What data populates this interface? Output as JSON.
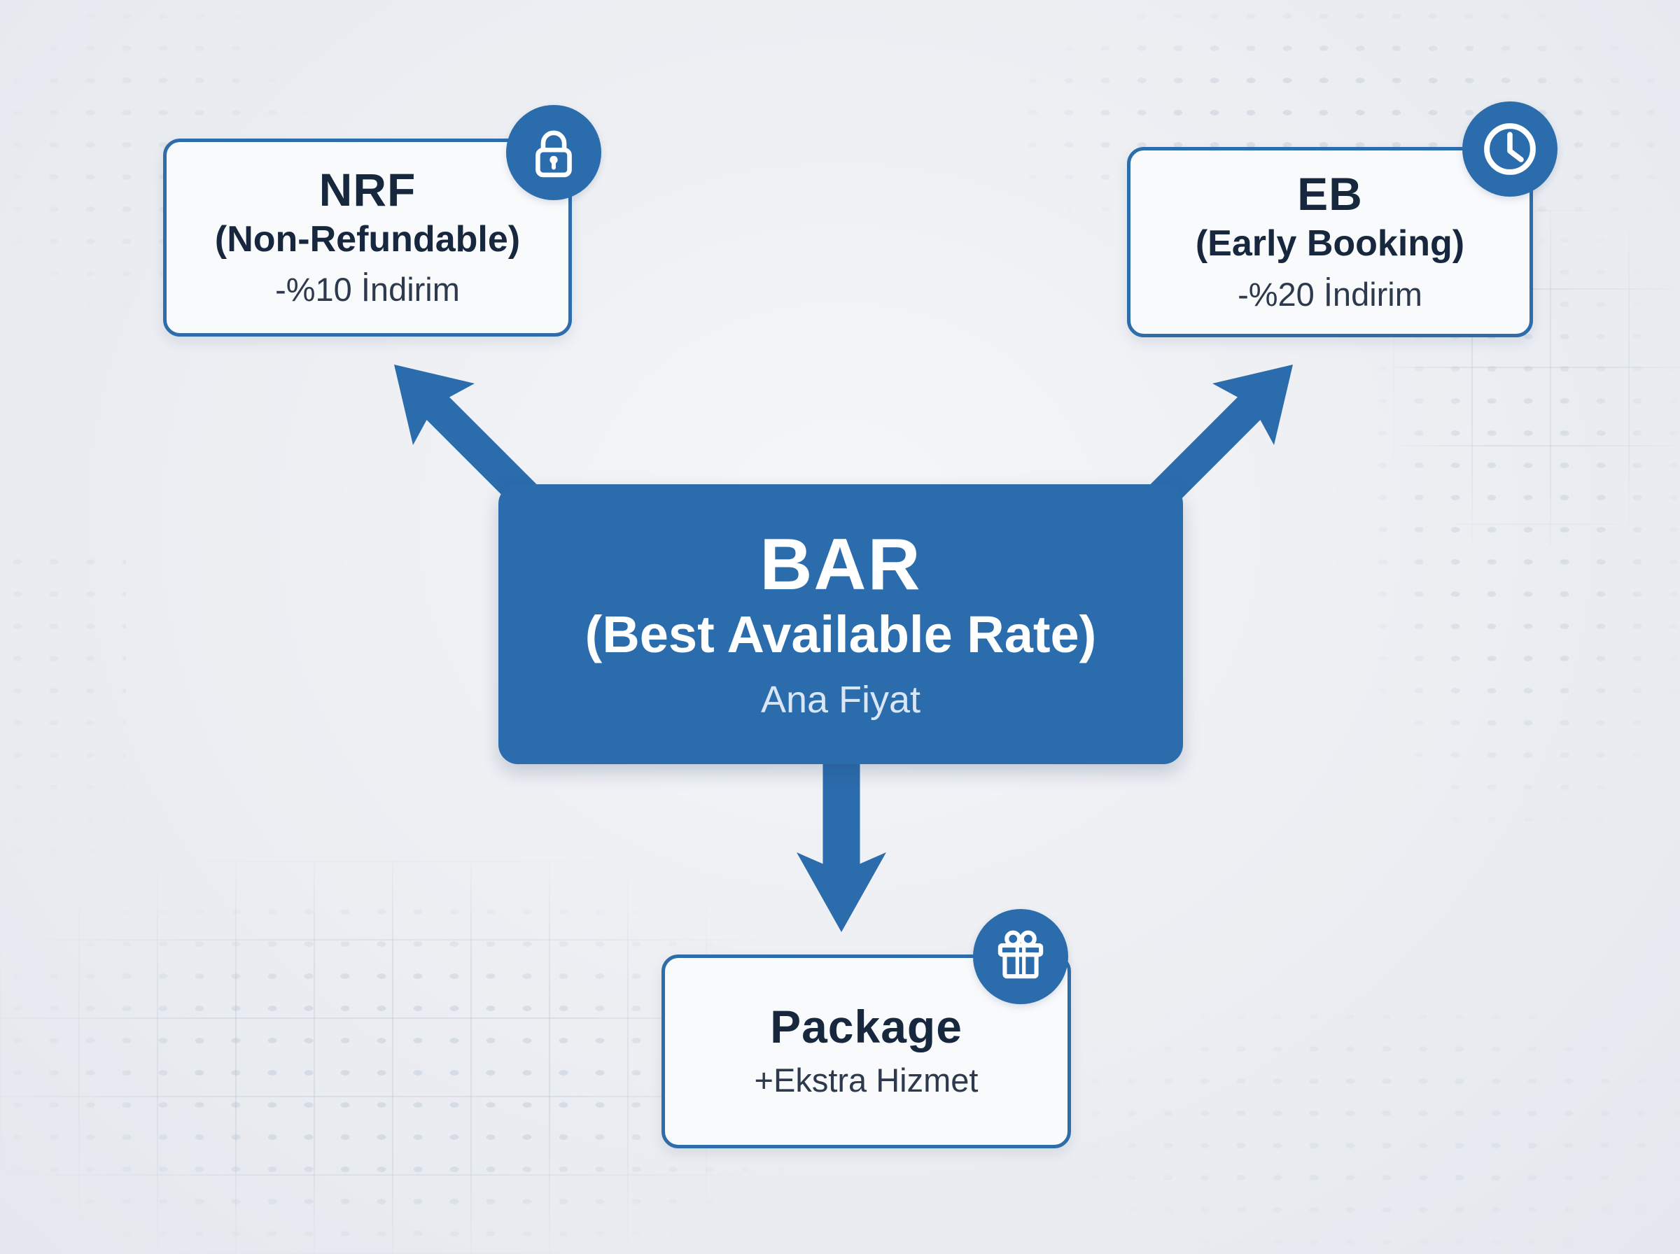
{
  "colors": {
    "background": "#edeff3",
    "accent_blue": "#2b6cad",
    "card_border": "#2e6da9",
    "card_fill": "#f9fafc",
    "title_text": "#16273e",
    "detail_text": "#2d3a4d",
    "bar_text": "#ffffff",
    "bar_caption_text": "#d9e6f5"
  },
  "bar": {
    "title": "BAR",
    "subtitle": "(Best Available Rate)",
    "caption": "Ana Fiyat"
  },
  "nodes": [
    {
      "id": "nrf",
      "title": "NRF",
      "subtitle": "(Non-Refundable)",
      "detail": "-%10 İndirim",
      "icon": "lock-icon"
    },
    {
      "id": "eb",
      "title": "EB",
      "subtitle": "(Early Booking)",
      "detail": "-%20 İndirim",
      "icon": "clock-icon"
    },
    {
      "id": "package",
      "title": "Package",
      "detail": "+Ekstra Hizmet",
      "icon": "gift-icon"
    }
  ]
}
